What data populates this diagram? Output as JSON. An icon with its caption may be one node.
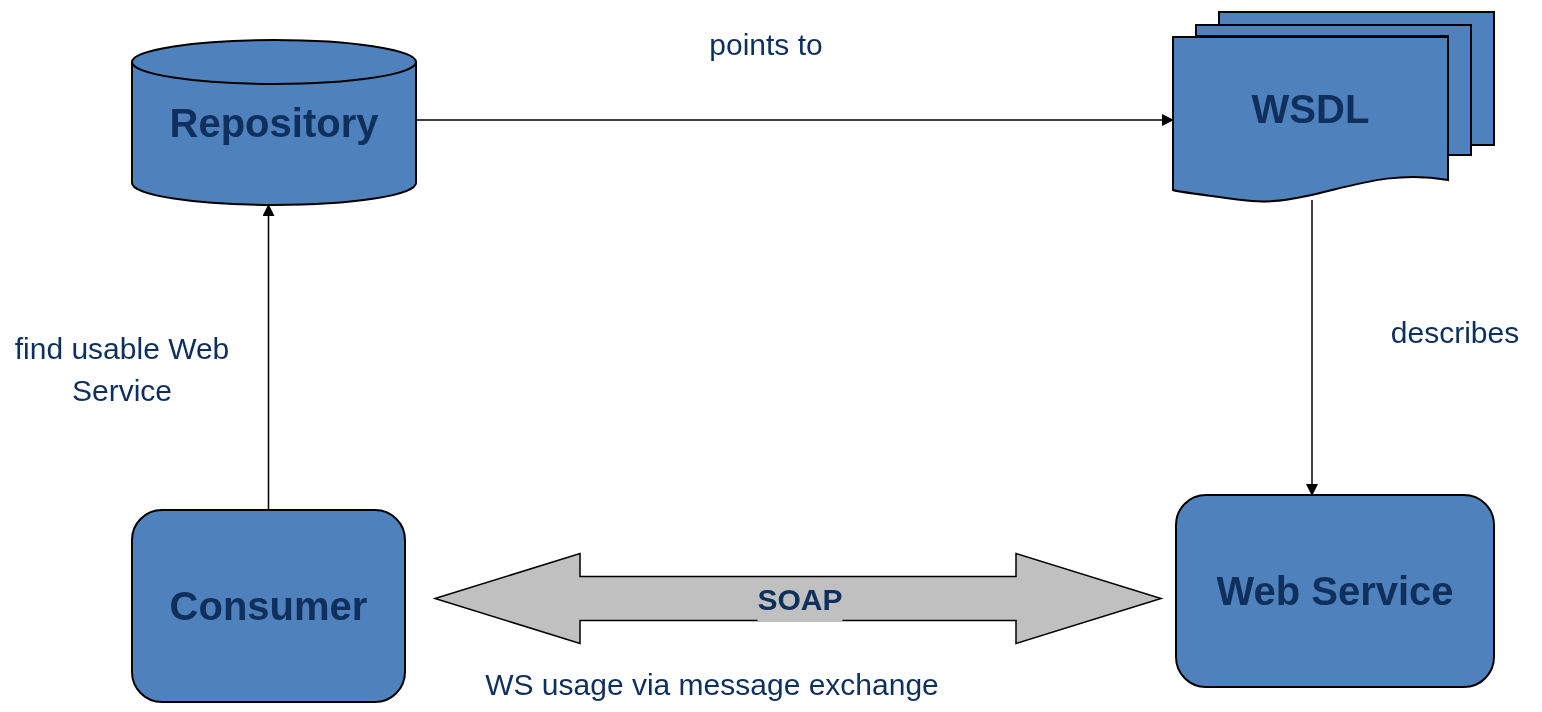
{
  "diagram": {
    "nodes": [
      {
        "text": [
          "Repository"
        ]
      },
      {
        "text": [
          "WSDL"
        ]
      },
      {
        "text": [
          "Consumer"
        ]
      },
      {
        "text": [
          "Web Service"
        ]
      }
    ],
    "edges": [
      {
        "from": 0,
        "to": 1,
        "arrow": "to",
        "label": "points to"
      },
      {
        "from": 1,
        "to": 3,
        "arrow": "to",
        "label": "describes"
      },
      {
        "from": 2,
        "to": 0,
        "arrow": "to",
        "label": "find usable Web Service"
      },
      {
        "from": 2,
        "to": 3,
        "arrow": "both",
        "label": "SOAP",
        "style": "thick",
        "color": "#c0c0c0"
      }
    ],
    "labels": [
      "WS usage via message exchange"
    ]
  }
}
